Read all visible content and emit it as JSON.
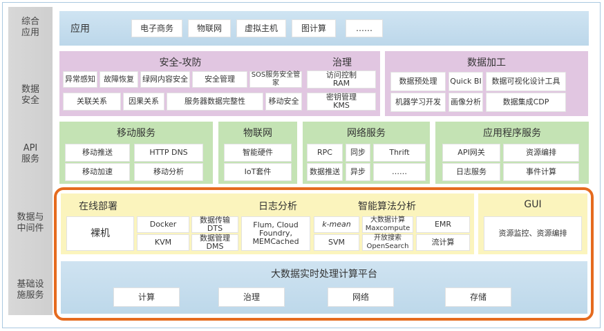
{
  "rows": {
    "apps": "综合\n应用",
    "security": "数据\n安全",
    "api": "API\n服务",
    "middleware": "数据与\n中间件",
    "infra": "基础设\n施服务"
  },
  "apps": {
    "label": "应用",
    "items": [
      "电子商务",
      "物联网",
      "虚拟主机",
      "图计算",
      "……"
    ]
  },
  "security": {
    "title": "安全-攻防",
    "row1": [
      "异常感知",
      "故障恢复",
      "绿网内容安全",
      "安全管理",
      "SOS服务安全管家"
    ],
    "row2": [
      "关联关系",
      "因果关系",
      "服务器数据完整性",
      "移动安全"
    ]
  },
  "governance": {
    "title": "治理",
    "items": [
      "访问控制\nRAM",
      "密钥管理\nKMS"
    ]
  },
  "processing": {
    "title": "数据加工",
    "row1": [
      "数据预处理",
      "Quick BI",
      "数据可视化设计工具"
    ],
    "row2": [
      "机器学习开发",
      "画像分析",
      "数据集成CDP"
    ]
  },
  "mobile": {
    "title": "移动服务",
    "items": [
      "移动推送",
      "HTTP DNS",
      "移动加速",
      "移动分析"
    ]
  },
  "iot": {
    "title": "物联网",
    "items": [
      "智能硬件",
      "IoT套件"
    ]
  },
  "network": {
    "title": "网络服务",
    "items": [
      "RPC",
      "同步",
      "Thrift",
      "数据推送",
      "异步",
      "……"
    ]
  },
  "appservice": {
    "title": "应用程序服务",
    "items": [
      "API网关",
      "资源编排",
      "日志服务",
      "事件计算"
    ]
  },
  "online": {
    "title": "在线部署",
    "items": [
      "裸机",
      "Docker",
      "KVM",
      "数据传输DTS",
      "数据管理DMS"
    ]
  },
  "log": {
    "title": "日志分析",
    "items": [
      "Flum, Cloud\nFoundry,\nMEMCached"
    ]
  },
  "algo": {
    "title": "智能算法分析",
    "items": [
      "k-mean",
      "大数据计算\nMaxcompute",
      "EMR",
      "SVM",
      "开放搜索\nOpenSearch",
      "流计算"
    ]
  },
  "gui": {
    "title": "GUI",
    "items": [
      "资源监控、资源编排"
    ]
  },
  "infra": {
    "title": "大数据实时处理计算平台",
    "items": [
      "计算",
      "治理",
      "网络",
      "存储"
    ]
  }
}
